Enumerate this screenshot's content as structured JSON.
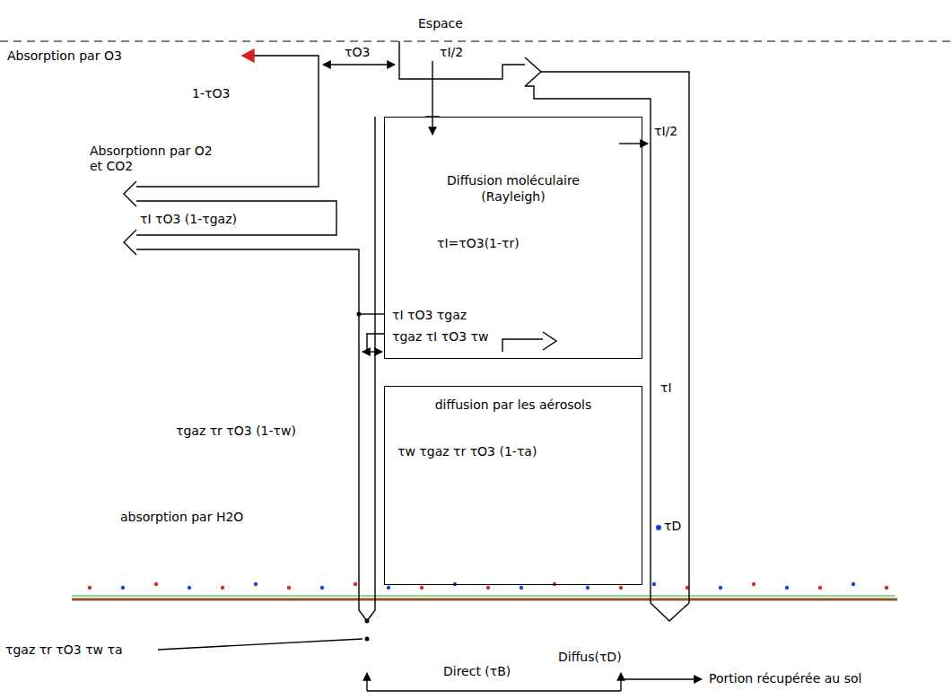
{
  "diagram": {
    "nodes": [
      {
        "text": [
          "Diffusion moléculaire (Rayleigh)",
          "τI=τO3(1-τr)",
          "τI τO3 τgaz",
          "τgaz τI τO3 τw"
        ]
      },
      {
        "text": [
          "diffusion par les aérosols",
          "τw τgaz τr τO3 (1-τa)"
        ]
      }
    ],
    "labels": [
      "Espace",
      "Absorption par O3",
      "1-τO3",
      "τO3",
      "Absorptionn par O2 et CO2",
      "τI/2",
      "τI/2",
      "τI τO3 (1-τgaz)",
      "τI",
      "τgaz τr τO3 (1-τw)",
      "absorption par H2O",
      "τD",
      "τgaz τr τO3 τw τa",
      "Direct (τB)",
      "Diffus(τD)",
      "Portion récupérée au sol"
    ]
  }
}
